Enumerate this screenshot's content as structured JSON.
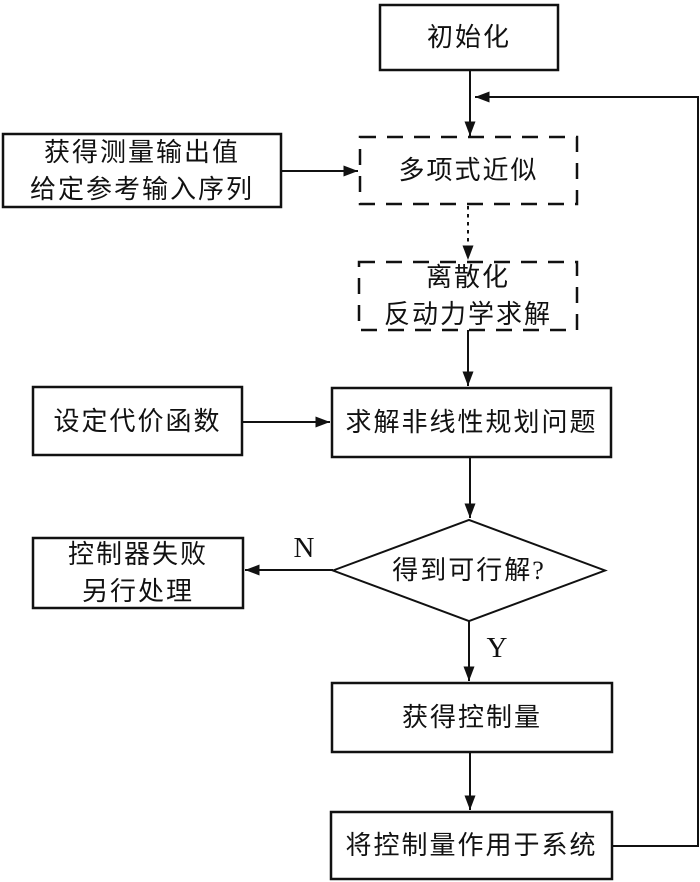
{
  "flowchart": {
    "nodes": {
      "init": {
        "label": "初始化"
      },
      "measurement": {
        "line1": "获得测量输出值",
        "line2": "给定参考输入序列"
      },
      "polynomial": {
        "label": "多项式近似"
      },
      "discretize": {
        "line1": "离散化",
        "line2": "反动力学求解"
      },
      "cost": {
        "label": "设定代价函数"
      },
      "nlp": {
        "label": "求解非线性规划问题"
      },
      "decision": {
        "label": "得到可行解?"
      },
      "fail": {
        "line1": "控制器失败",
        "line2": "另行处理"
      },
      "control": {
        "label": "获得控制量"
      },
      "apply": {
        "label": "将控制量作用于系统"
      }
    },
    "edge_labels": {
      "no": "N",
      "yes": "Y"
    },
    "colors": {
      "stroke": "#111111",
      "background": "#ffffff",
      "text": "#111111"
    }
  }
}
